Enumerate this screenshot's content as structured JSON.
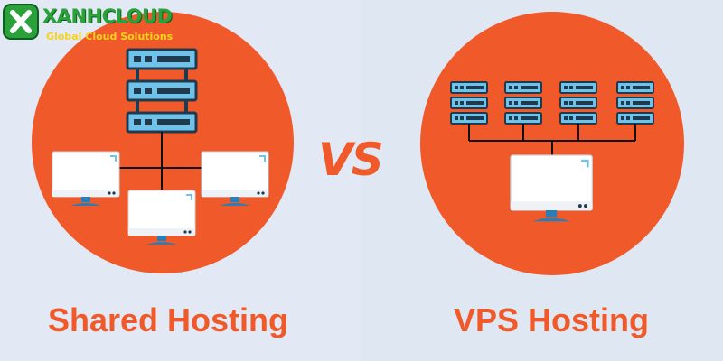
{
  "logo": {
    "brand": "XANHCLOUD",
    "tagline": "Global Cloud Solutions",
    "badge_icon": "x-letter-icon"
  },
  "vs_label": "VS",
  "left": {
    "caption": "Shared Hosting",
    "icons": [
      "server-stack-icon",
      "monitor-icon"
    ]
  },
  "right": {
    "caption": "VPS Hosting",
    "icons": [
      "server-stack-icon",
      "monitor-icon"
    ]
  },
  "colors": {
    "accent": "#f05a2a",
    "background": "#dde6f2",
    "server_body": "#6fc3ea",
    "server_outline": "#1f3a4d",
    "monitor_stand": "#2b7db5",
    "brand_green": "#2aa13a",
    "brand_yellow": "#f4d21f"
  }
}
